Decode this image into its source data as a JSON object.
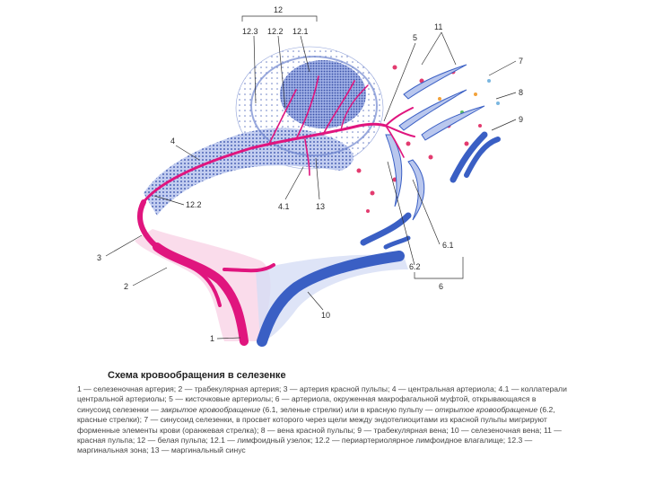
{
  "labels": {
    "l12": "12",
    "l12_3": "12.3",
    "l12_2_top": "12.2",
    "l12_1": "12.1",
    "l11": "11",
    "l5": "5",
    "l7": "7",
    "l8": "8",
    "l9": "9",
    "l4": "4",
    "l12_2_left": "12.2",
    "l4_1": "4.1",
    "l13": "13",
    "l3": "3",
    "l2": "2",
    "l10": "10",
    "l1": "1",
    "l6_1": "6.1",
    "l6_2": "6.2",
    "l6": "6"
  },
  "caption": {
    "title": "Схема кровообращения в селезенке",
    "p1": "1 — селезеночная артерия; 2 — трабекулярная артерия; 3 — артерия красной пульпы; 4 — центральная артериола; 4.1 — коллатерали центральной артериолы; 5 — кисточковые артериолы; 6 — артериола, окруженная макрофагальной муфтой, открывающаяся в синусоид селезенки — ",
    "closed": "закрытое кровообращение",
    "p2": " (6.1, зеленые стрелки) или в красную пульпу — ",
    "open": "открытое кровообращение",
    "p3": " (6.2, красные стрелки); 7 — синусоид селезенки, в просвет которого через щели между эндотелиоцитами из красной пульпы мигрируют форменные элементы крови (оранжевая стрелка); 8 — вена красной пульпы; 9 — трабекулярная вена; 10 — селезеночная вена; 11 — красная пульпа; 12 — белая пульпа; 12.1 — лимфоидный узелок; 12.2 — периартериолярное лимфоидное влагалище; 12.3 — маргинальная зона; 13 — маргинальный синус"
  },
  "colors": {
    "artery": "#e0157e",
    "artery_light": "#f6c2dc",
    "vein": "#3a5fc4",
    "vein_light": "#c9d4f2",
    "white_pulp": "#8aa2e0",
    "white_pulp_dots": "#4d66b8",
    "leader": "#333333"
  }
}
